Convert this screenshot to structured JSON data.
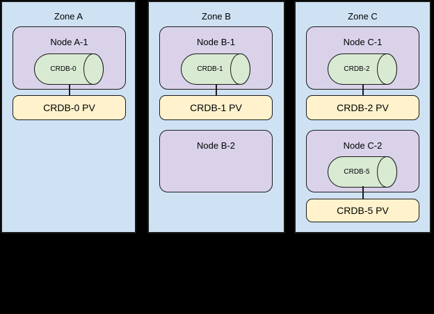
{
  "colors": {
    "canvas_bg": "#000000",
    "zone_fill": "#cfe2f3",
    "node_fill": "#d9d2e9",
    "cylinder_fill": "#d9ead3",
    "pv_fill": "#fff2cc",
    "border": "#1a1a1a"
  },
  "zones": [
    {
      "label": "Zone A",
      "nodes": [
        {
          "label": "Node A-1",
          "cylinder": "CRDB-0",
          "pv": "CRDB-0 PV"
        }
      ]
    },
    {
      "label": "Zone B",
      "nodes": [
        {
          "label": "Node B-1",
          "cylinder": "CRDB-1",
          "pv": "CRDB-1 PV"
        },
        {
          "label": "Node B-2"
        }
      ]
    },
    {
      "label": "Zone C",
      "nodes": [
        {
          "label": "Node C-1",
          "cylinder": "CRDB-2",
          "pv": "CRDB-2 PV"
        },
        {
          "label": "Node C-2",
          "cylinder": "CRDB-5",
          "pv": "CRDB-5 PV"
        }
      ]
    }
  ]
}
